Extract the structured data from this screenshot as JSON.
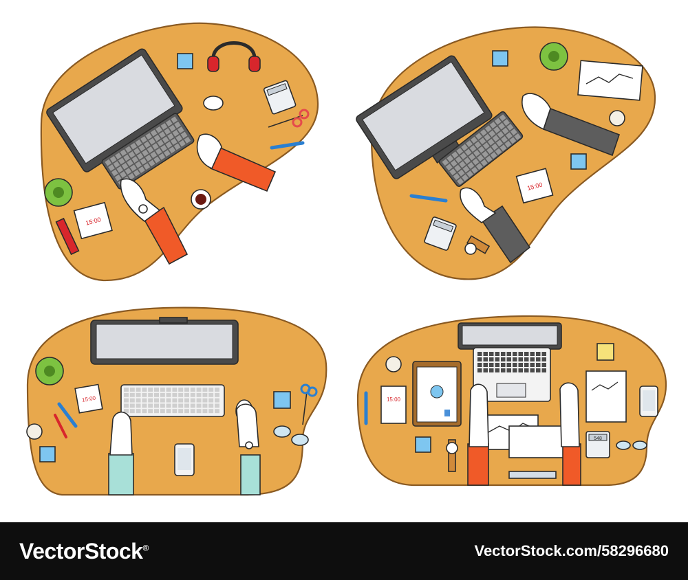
{
  "colors": {
    "desk": "#e8a84c",
    "desk_edge": "#8a5a22",
    "monitor": "#4a4a4a",
    "screen": "#d9dbe0",
    "keyboard": "#5b5b5b",
    "sleeve_orange": "#f05a28",
    "sleeve_grey": "#5d5d5d",
    "sleeve_teal": "#a8e0d8",
    "plant": "#7dc241",
    "footer_bg": "#0e0e0e"
  },
  "icons": [
    "headphones-icon",
    "calculator-icon",
    "scissors-icon",
    "plant-icon",
    "notebook-icon",
    "coffee-cup-icon",
    "clipboard-icon",
    "watch-icon",
    "phone-icon",
    "glasses-icon",
    "mouse-icon",
    "tape-icon"
  ],
  "notebook_note": "15:00",
  "calculator_display": "548",
  "footer": {
    "brand": "VectorStock",
    "registered": "®",
    "image_id": "VectorStock.com/58296680"
  }
}
